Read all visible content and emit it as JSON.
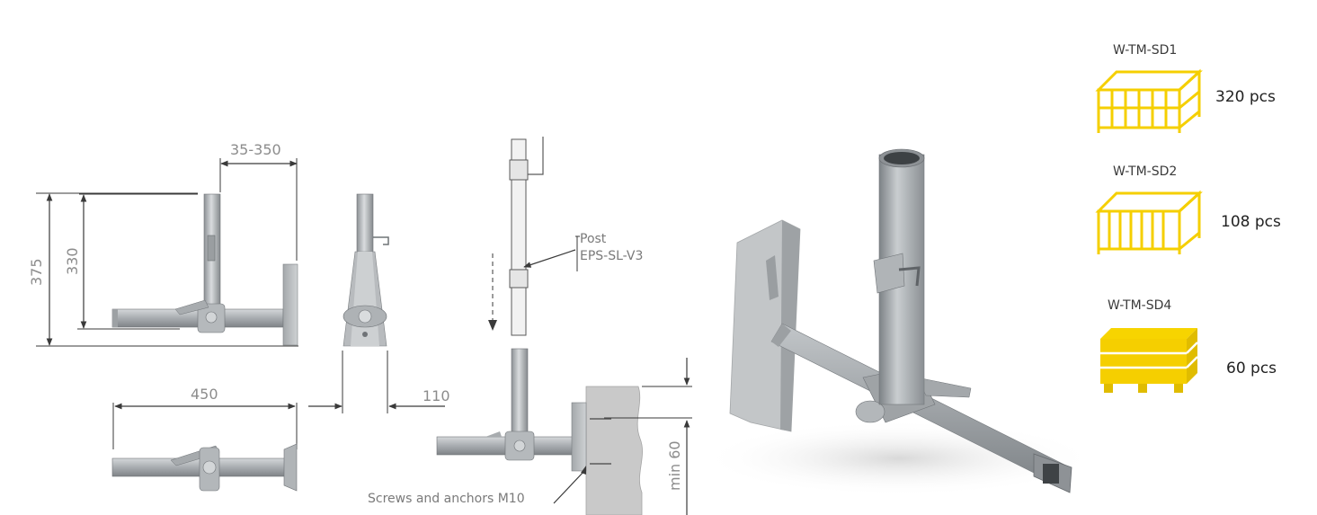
{
  "dimensions": {
    "offset_range": "35-350",
    "height_total": "375",
    "height_inner": "330",
    "length": "450",
    "width": "110",
    "min_edge": "min 60"
  },
  "callouts": {
    "post_line1": "Post",
    "post_line2": "EPS-SL-V3",
    "fixings": "Screws and anchors M10"
  },
  "packaging": [
    {
      "code": "W-TM-SD1",
      "quantity": "320 pcs",
      "color": "#f5d000"
    },
    {
      "code": "W-TM-SD2",
      "quantity": "108 pcs",
      "color": "#f5d000"
    },
    {
      "code": "W-TM-SD4",
      "quantity": "60 pcs",
      "color": "#f5d000"
    }
  ],
  "colors": {
    "steel": "#b9bcbf",
    "steel_dark": "#8f9396",
    "line": "#3a3a3a",
    "concrete": "#c7c7c7"
  }
}
